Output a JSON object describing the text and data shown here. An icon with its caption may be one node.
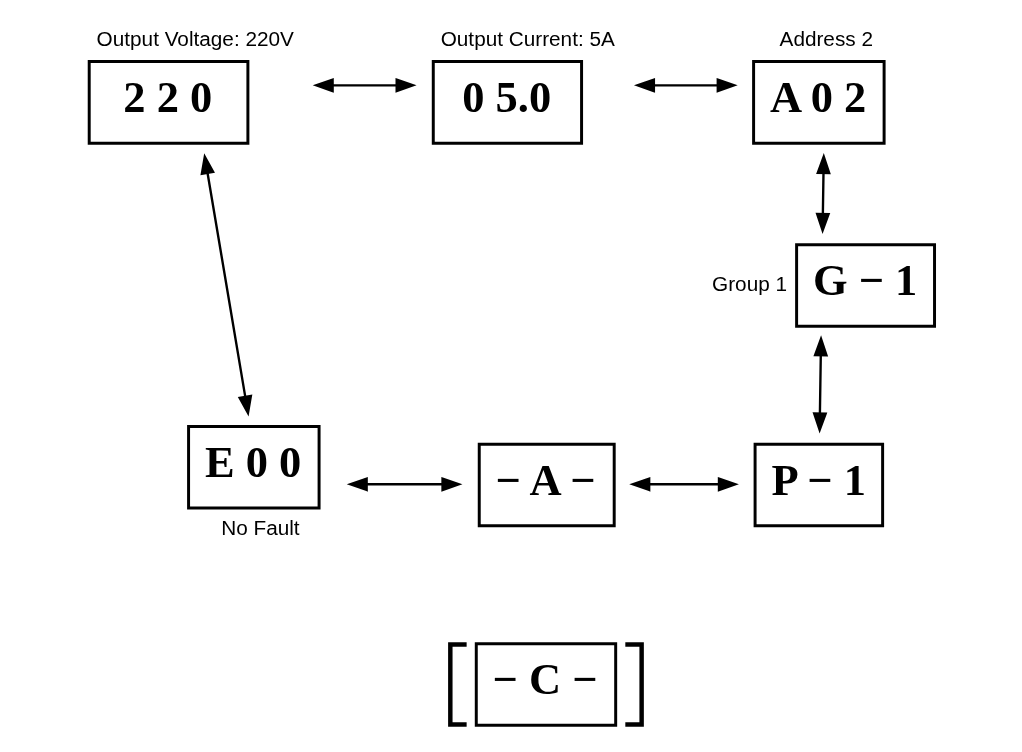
{
  "diagram": {
    "nodes": [
      {
        "text": [
          "2 2 0"
        ],
        "beside": [
          "Output Voltage: 220V"
        ]
      },
      {
        "text": [
          "0 5.0"
        ],
        "beside": [
          "Output Current: 5A"
        ]
      },
      {
        "text": [
          "A 0 2"
        ],
        "beside": [
          "Address 2"
        ]
      },
      {
        "text": [
          "G − 1"
        ],
        "beside": [
          "Group 1"
        ]
      },
      {
        "text": [
          "P − 1"
        ]
      },
      {
        "text": [
          "− A −"
        ]
      },
      {
        "text": [
          "E 0 0"
        ],
        "beside": [
          "No Fault"
        ]
      },
      {
        "text": [
          "− C −"
        ]
      }
    ],
    "edges": [
      {
        "from": 0,
        "to": 1,
        "arrow": "both"
      },
      {
        "from": 1,
        "to": 2,
        "arrow": "both"
      },
      {
        "from": 2,
        "to": 3,
        "arrow": "both"
      },
      {
        "from": 3,
        "to": 4,
        "arrow": "both"
      },
      {
        "from": 5,
        "to": 4,
        "arrow": "both"
      },
      {
        "from": 6,
        "to": 5,
        "arrow": "both"
      },
      {
        "from": 0,
        "to": 6,
        "arrow": "both"
      }
    ]
  }
}
